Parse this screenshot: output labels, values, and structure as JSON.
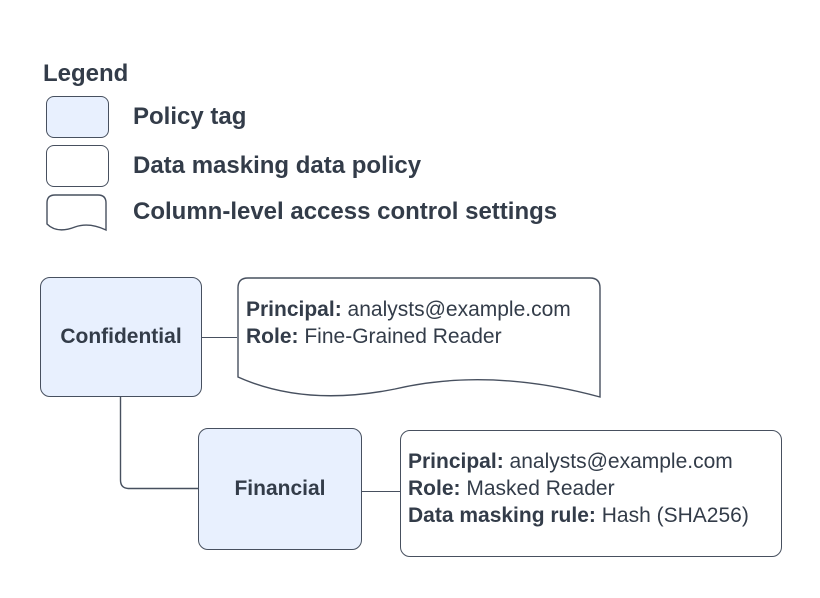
{
  "colors": {
    "canvas": "#ffffff",
    "tag": "#e8f0fe",
    "stroke": "#47505f",
    "text": "#333c49"
  },
  "legend": {
    "title": "Legend",
    "items": [
      {
        "swatch": "policy-tag",
        "label": "Policy tag"
      },
      {
        "swatch": "data-masking-data-policy",
        "label": "Data masking data policy"
      },
      {
        "swatch": "column-level-access-control-settings",
        "label": "Column-level access control settings"
      }
    ]
  },
  "nodes": {
    "confidential": {
      "label": "Confidential"
    },
    "financial": {
      "label": "Financial"
    }
  },
  "callouts": {
    "access_control": {
      "principal_label": "Principal:",
      "principal_value": "analysts@example.com",
      "role_label": "Role:",
      "role_value": "Fine-Grained Reader"
    },
    "data_masking_policy": {
      "principal_label": "Principal:",
      "principal_value": "analysts@example.com",
      "role_label": "Role:",
      "role_value": "Masked Reader",
      "rule_label": "Data masking rule:",
      "rule_value": "Hash (SHA256)"
    }
  }
}
